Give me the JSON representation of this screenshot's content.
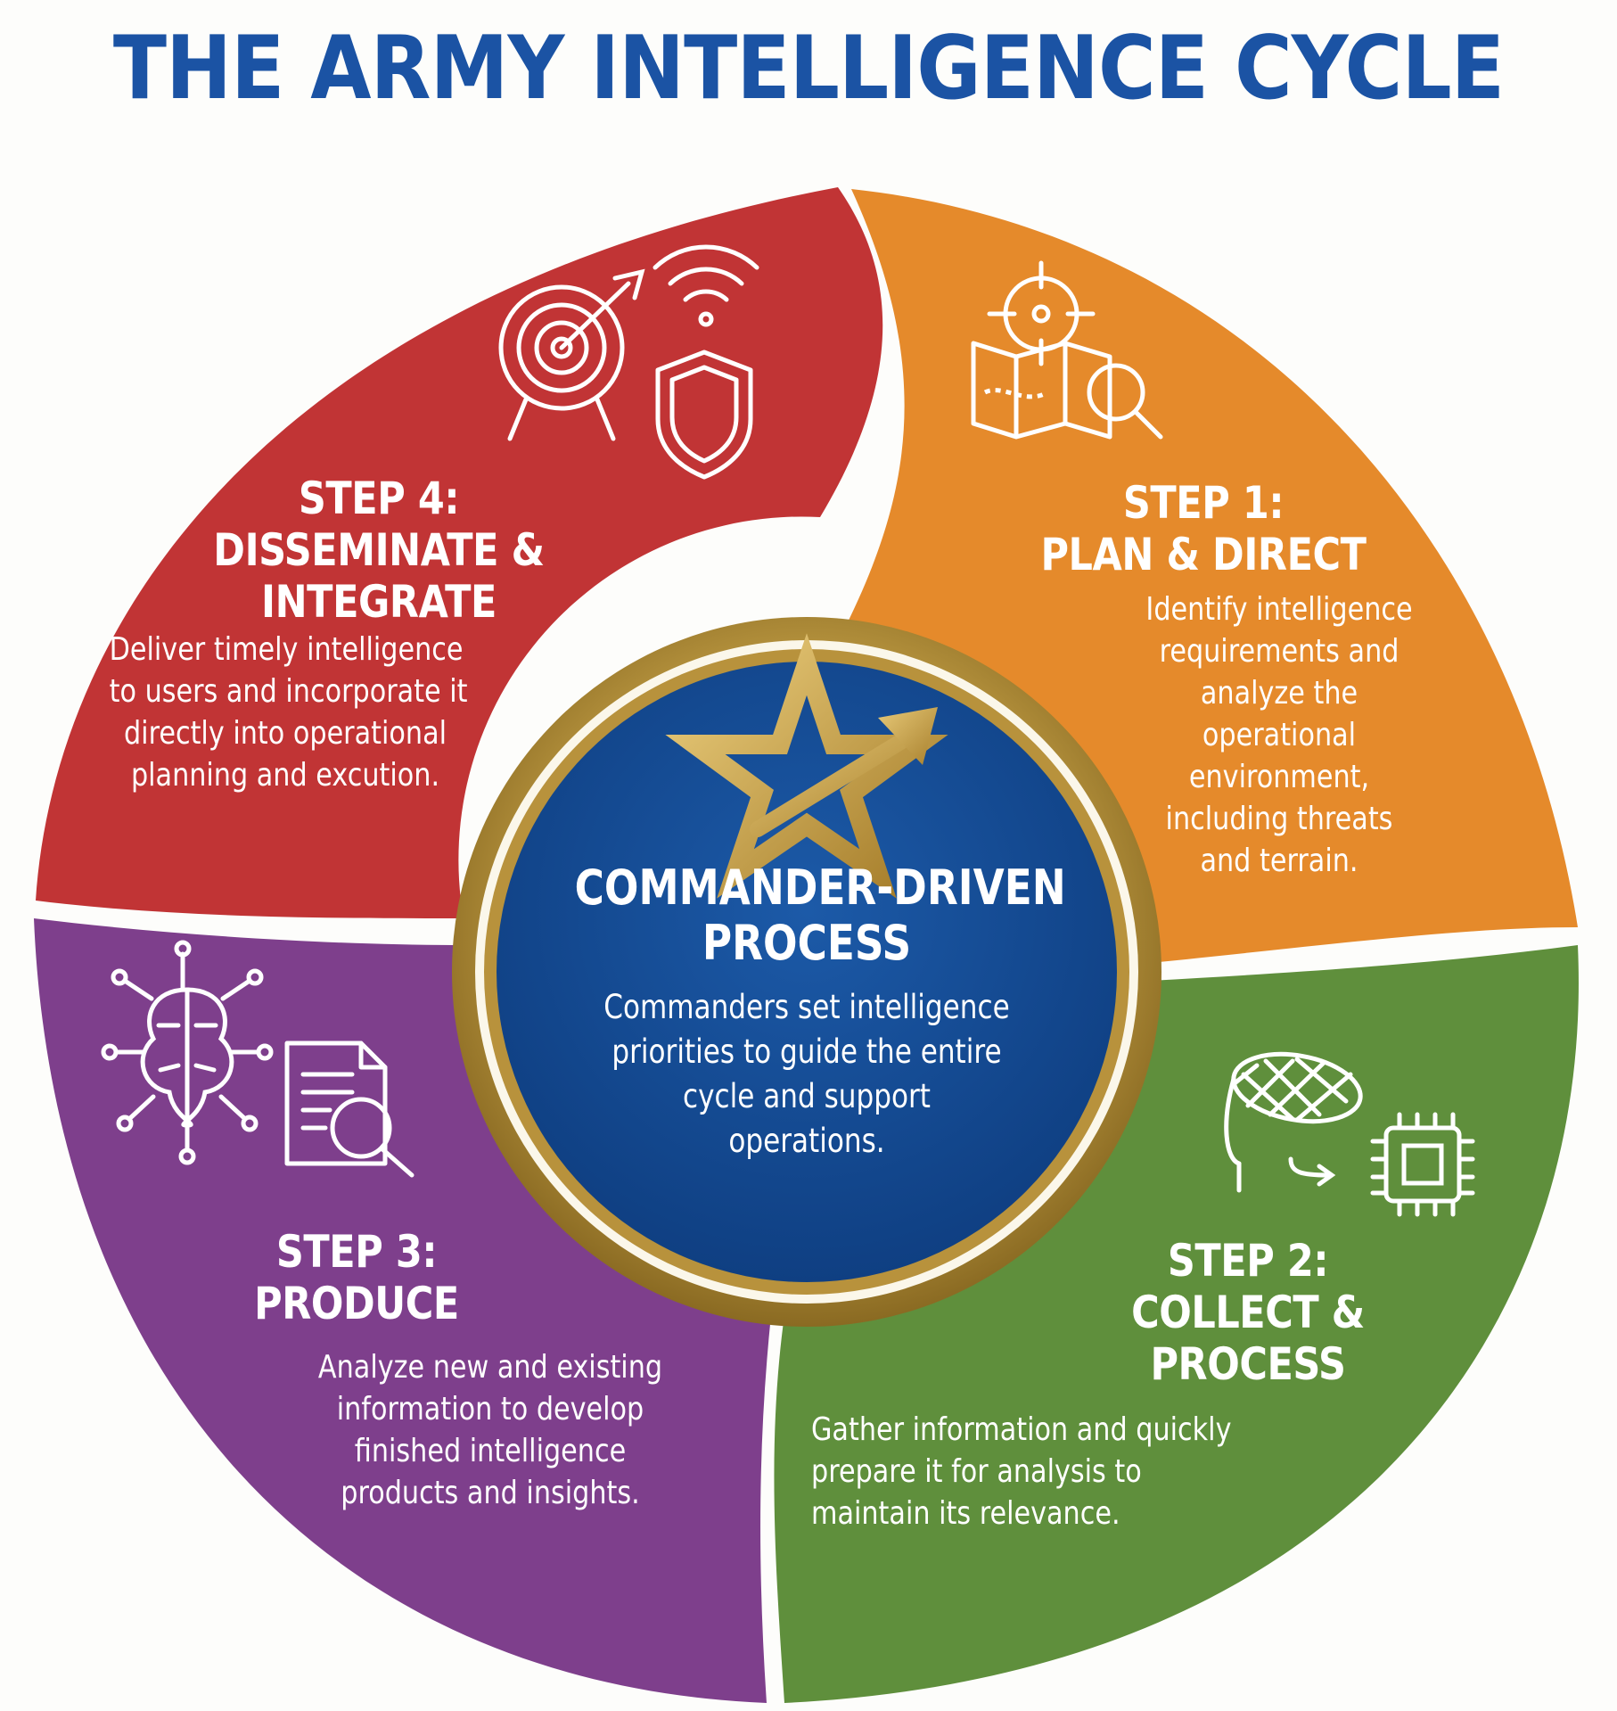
{
  "title": "THE ARMY INTELLIGENCE CYCLE",
  "colors": {
    "title": "#1b53a4",
    "step1": "#e58a2b",
    "step2": "#5f8f3c",
    "step3": "#7e3f8c",
    "step4": "#c13435",
    "center_fill": "#164d97",
    "gold": "#c9a54a"
  },
  "center": {
    "icon": "star-arrow-icon",
    "title_lines": [
      "COMMANDER-DRIVEN",
      "PROCESS"
    ],
    "desc_lines": [
      "Commanders set intelligence",
      "priorities to guide the entire",
      "cycle and support",
      "operations."
    ]
  },
  "steps": [
    {
      "title_lines": [
        "STEP 1:",
        "PLAN & DIRECT"
      ],
      "desc_lines": [
        "Identify intelligence",
        "requirements and",
        "analyze the",
        "operational",
        "environment,",
        "including threats",
        "and terrain."
      ],
      "icons": [
        "crosshair-icon",
        "map-icon",
        "magnifier-icon"
      ]
    },
    {
      "title_lines": [
        "STEP 2:",
        "COLLECT &",
        "PROCESS"
      ],
      "desc_lines": [
        "Gather information and quickly",
        "prepare it for analysis to",
        "maintain its relevance."
      ],
      "icons": [
        "net-icon",
        "arrow-icon",
        "chip-icon"
      ]
    },
    {
      "title_lines": [
        "STEP 3:",
        "PRODUCE"
      ],
      "desc_lines": [
        "Analyze new and existing",
        "information to develop",
        "finished intelligence",
        "products and insights."
      ],
      "icons": [
        "brain-network-icon",
        "document-search-icon"
      ]
    },
    {
      "title_lines": [
        "STEP 4:",
        "DISSEMINATE &",
        "INTEGRATE"
      ],
      "desc_lines": [
        "Deliver timely intelligence",
        "to users and incorporate it",
        "directly into operational",
        "planning and excution."
      ],
      "icons": [
        "target-arrow-icon",
        "wireless-icon",
        "shield-icon"
      ]
    }
  ]
}
